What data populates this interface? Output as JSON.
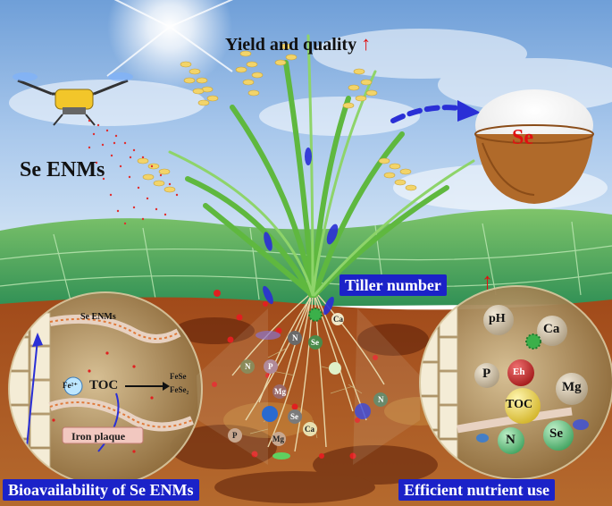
{
  "title": {
    "text": "Yield and quality",
    "arrow": "↑"
  },
  "spray_label": "Se ENMs",
  "bowl_label": "Se",
  "tiller": {
    "text": "Tiller number",
    "arrow": "↑"
  },
  "left_panel": {
    "caption": "Bioavailability of Se ENMs",
    "enms": "Se ENMs",
    "fe": "Fe²⁺",
    "toc": "TOC",
    "fese": "FeSe",
    "fese2": "FeSe₂",
    "plaque": "Iron plaque"
  },
  "right_panel": {
    "caption": "Efficient nutrient use",
    "ph": "pH",
    "ca": "Ca",
    "p": "P",
    "eh": "Eh",
    "mg": "Mg",
    "toc": "TOC",
    "n": "N",
    "se": "Se"
  },
  "root_nodes": {
    "ca": "Ca",
    "n1": "N",
    "se1": "Se",
    "n2": "N",
    "p1": "P",
    "mg1": "Mg",
    "se2": "Se",
    "p2": "P",
    "mg2": "Mg",
    "ca2": "Ca",
    "n3": "N"
  },
  "colors": {
    "accent_red": "#e01010",
    "label_blue": "#1b22c8",
    "soil": "#8a3a12",
    "leaf_green": "#4a9e3a"
  },
  "icons": [
    "drone-icon",
    "sun-icon",
    "rice-plant-icon",
    "rice-bowl-icon"
  ]
}
